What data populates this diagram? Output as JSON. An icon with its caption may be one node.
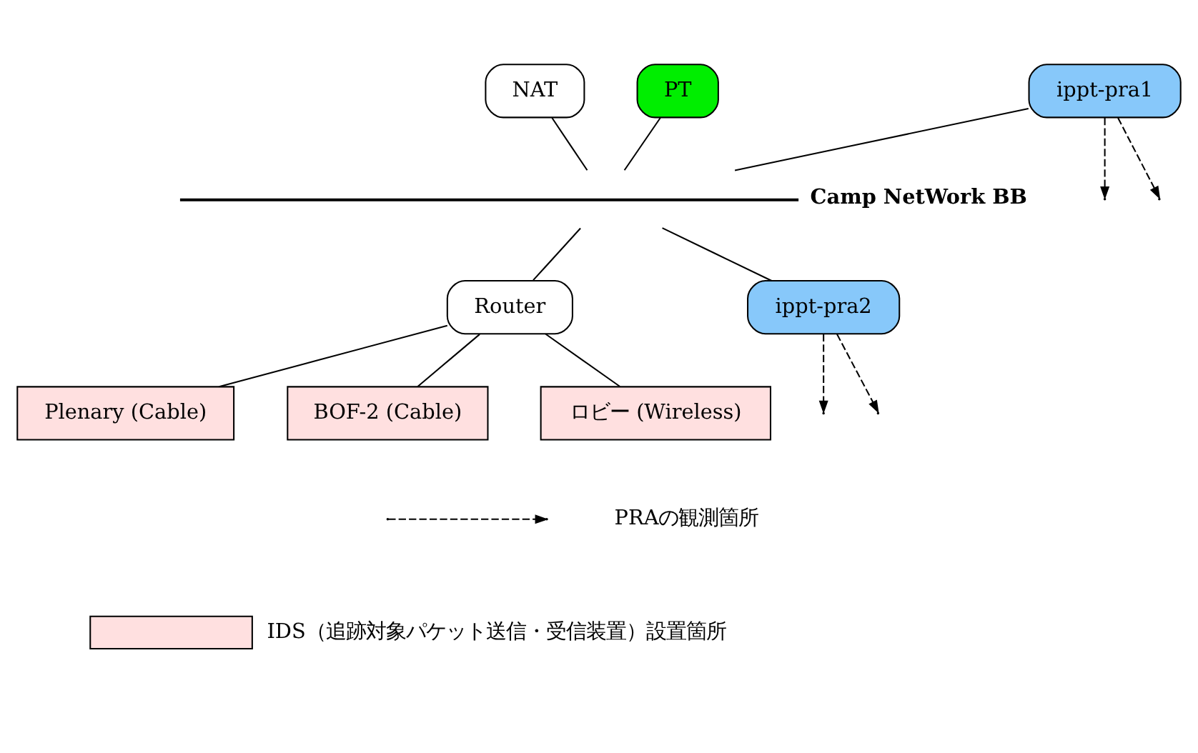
{
  "diagram": {
    "nodes": [
      {
        "text": [
          "NAT"
        ]
      },
      {
        "text": [
          "ippt-pra1"
        ]
      },
      {
        "text": [
          "PT"
        ]
      },
      {
        "text": [],
        "shape": "bar",
        "beside": [
          "Camp NetWork BB"
        ]
      },
      {
        "text": [
          "Router"
        ]
      },
      {
        "text": [
          "ippt-pra2"
        ]
      },
      {
        "text": [
          "Plenary (Cable)"
        ]
      },
      {
        "text": [
          "BOF-2 (Cable)"
        ]
      },
      {
        "text": [
          "ロビー (Wireless)"
        ]
      }
    ],
    "edges": [
      {
        "from": 0,
        "to": 3,
        "arrow": "none"
      },
      {
        "from": 1,
        "to": 3,
        "arrow": "none"
      },
      {
        "from": 2,
        "to": 3,
        "arrow": "none"
      },
      {
        "from": 3,
        "to": 4,
        "arrow": "none"
      },
      {
        "from": 3,
        "to": 5,
        "arrow": "none"
      },
      {
        "from": 4,
        "to": 6,
        "arrow": "none"
      },
      {
        "from": 4,
        "to": 7,
        "arrow": "none"
      },
      {
        "from": 4,
        "to": 8,
        "arrow": "none"
      },
      {
        "from": 1,
        "to": null,
        "arrow": "to",
        "style": "dashed"
      },
      {
        "from": 1,
        "to": null,
        "arrow": "to",
        "style": "dashed"
      },
      {
        "from": 5,
        "to": null,
        "arrow": "to",
        "style": "dashed"
      },
      {
        "from": 5,
        "to": null,
        "arrow": "to",
        "style": "dashed"
      }
    ],
    "legend": [
      {
        "text": "PRAの観測箇所"
      },
      {
        "text": "IDS（追跡対象パケット送信・受信装置）設置箇所",
        "color": "#ffe0e0"
      }
    ]
  }
}
